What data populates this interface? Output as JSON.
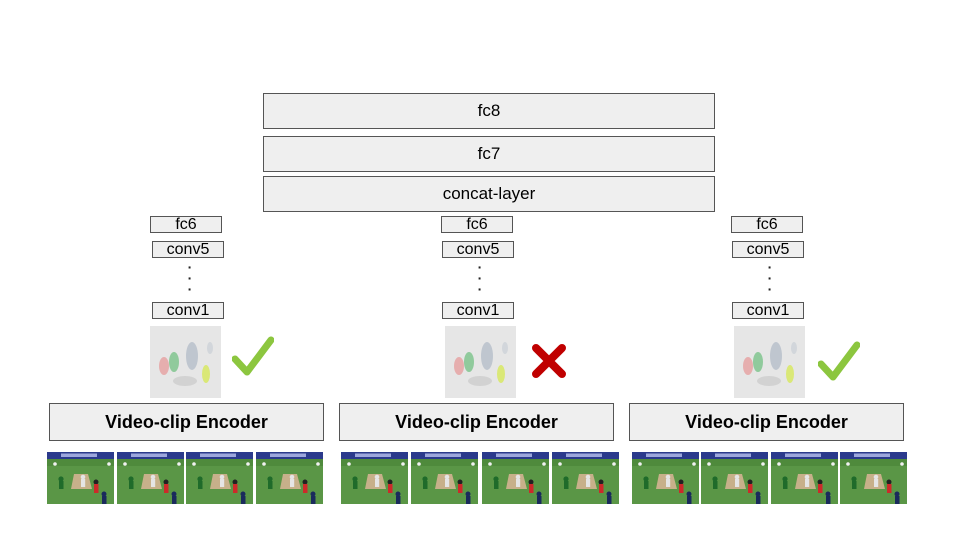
{
  "top_layers": [
    "fc8",
    "fc7",
    "concat-layer"
  ],
  "branch_layers": {
    "fc6": "fc6",
    "conv5": "conv5",
    "ellipsis": ".\n.\n.",
    "conv1": "conv1"
  },
  "encoder_label": "Video-clip Encoder",
  "branches": [
    {
      "selected": true,
      "indicator": "check-icon"
    },
    {
      "selected": false,
      "indicator": "cross-icon"
    },
    {
      "selected": true,
      "indicator": "check-icon"
    }
  ],
  "frames_per_encoder": 4,
  "colors": {
    "box_fill": "#efefef",
    "box_border": "#555555",
    "check": "#8cc63f",
    "cross": "#c00000",
    "field": "#4f8a3c",
    "banner": "#2b3a8c"
  }
}
